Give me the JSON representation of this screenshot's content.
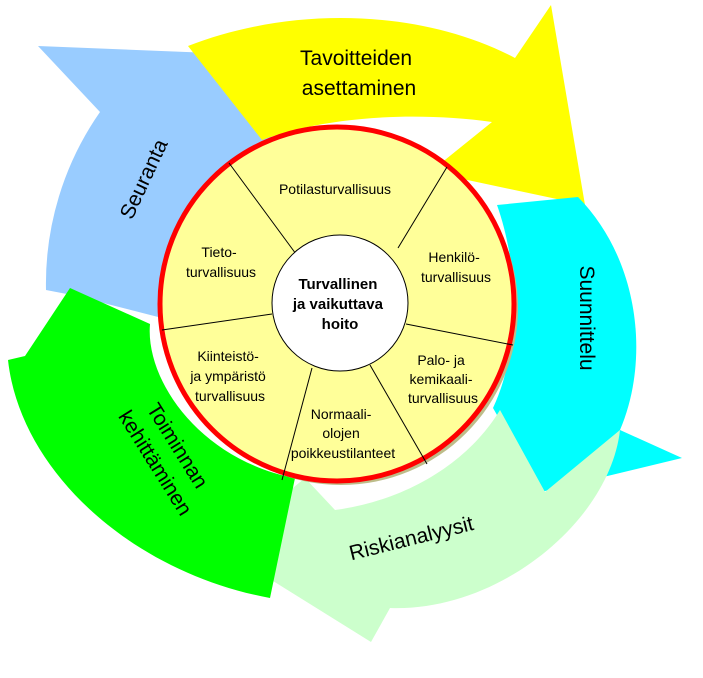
{
  "diagram": {
    "arrows": [
      {
        "id": "tavoitteiden",
        "lines": [
          "Tavoitteiden",
          "asettaminen"
        ],
        "color": "#ffff00"
      },
      {
        "id": "suunnittelu",
        "lines": [
          "Suunnittelu"
        ],
        "color": "#00ffff"
      },
      {
        "id": "riskianalyysit",
        "lines": [
          "Riskianalyysit"
        ],
        "color": "#ccffcc"
      },
      {
        "id": "toiminnan",
        "lines": [
          "Toiminnan",
          "kehittäminen"
        ],
        "color": "#00ff00"
      },
      {
        "id": "seuranta",
        "lines": [
          "Seuranta"
        ],
        "color": "#99ccff"
      }
    ],
    "segments": [
      {
        "id": "potilas",
        "lines": [
          "Potilasturvallisuus"
        ]
      },
      {
        "id": "henkilo",
        "lines": [
          "Henkilö-",
          "turvallisuus"
        ]
      },
      {
        "id": "palo",
        "lines": [
          "Palo- ja",
          "kemikaali-",
          "turvallisuus"
        ]
      },
      {
        "id": "normaali",
        "lines": [
          "Normaali-",
          "olojen",
          "poikkeustilanteet"
        ]
      },
      {
        "id": "kiinteisto",
        "lines": [
          "Kiinteistö-",
          "ja ympäristö",
          "turvallisuus"
        ]
      },
      {
        "id": "tieto",
        "lines": [
          "Tieto-",
          "turvallisuus"
        ]
      }
    ],
    "center": {
      "lines": [
        "Turvallinen",
        "ja vaikuttava",
        "hoito"
      ]
    },
    "colors": {
      "ring_fill": "#ffff99",
      "ring_border": "#ff0000",
      "center_fill": "#ffffff"
    }
  }
}
